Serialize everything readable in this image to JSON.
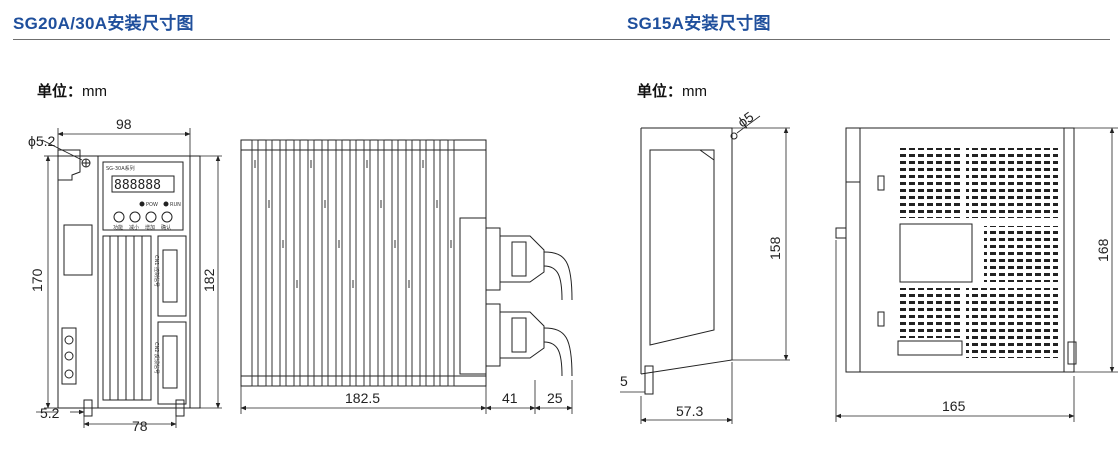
{
  "headings": {
    "sg20_30": "SG20A/30A安装尺寸图",
    "sg15": "SG15A安装尺寸图"
  },
  "unit_label": {
    "prefix": "单位：",
    "value": "mm"
  },
  "left_drawing": {
    "panel_label": "SG-30A系列",
    "display_digits": "888888",
    "led_labels": [
      "POW",
      "RUN"
    ],
    "key_labels": [
      "功能",
      "减小",
      "增加",
      "确认"
    ],
    "connector_labels": [
      "CN1 控制信号",
      "CN2 反馈信号"
    ],
    "dimensions": {
      "width_top": "98",
      "hole_dia": "ϕ5.2",
      "height": "170",
      "total_height": "182",
      "bottom_offset": "5.2",
      "bottom_width": "78",
      "depth": "182.5",
      "connector_depth": "41",
      "cable_depth": "25"
    }
  },
  "right_drawing": {
    "dimensions": {
      "hole_dia": "ϕ5",
      "height": "158",
      "slot": "5",
      "width": "57.3",
      "depth": "165",
      "total_height": "168"
    }
  }
}
